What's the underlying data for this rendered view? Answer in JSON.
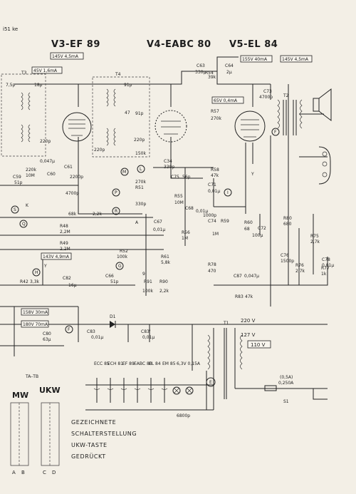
{
  "corner_label": "i51 ke",
  "tubes": [
    "V3-EF 89",
    "V4-EABC 80",
    "V5-EL 84"
  ],
  "voltage_boxes": [
    "145V 4,5mA",
    "45V 1,6mA",
    "155V 40mA",
    "145V 4,5mA",
    "65V 0,4mA",
    "143V 4,9mA",
    "158V 30mA",
    "180V 70mA"
  ],
  "mains": {
    "v220": "220 V",
    "v127": "127 V",
    "v110": "110 V",
    "fuse": "(0,5A)",
    "fuse2": "0,250A",
    "s1": "S1"
  },
  "heater_labels": [
    "ECC 85",
    "ECH 81",
    "EF 89",
    "EABC 80",
    "EL 84",
    "EM 85",
    "6,3V 0,15A"
  ],
  "c6800": "6800p",
  "components": [
    "7,5p",
    "18p",
    "220p",
    "0,047μ",
    "220k",
    "10M",
    "51p",
    "C59",
    "C60",
    "C61",
    "2200p",
    "4700p",
    "68k",
    "2,2k",
    "R48",
    "2,2M",
    "R49",
    "2,2M",
    "R42",
    "3,3k",
    "C80",
    "63μ",
    "C82",
    "16μ",
    "91p",
    "47",
    "91p",
    "220p",
    "220p",
    "150k",
    "C34",
    "330p",
    "270k",
    "R51",
    "330p",
    "C75",
    "56p",
    "R55",
    "10M",
    "C68",
    "0,01μ",
    "0,01μ",
    "C67",
    "R52",
    "100k",
    "R61",
    "5,8k",
    "C66",
    "51p",
    "R91",
    "100k",
    "R90",
    "2,2k",
    "R57",
    "270k",
    "R58",
    "47k",
    "C71",
    "0,01μ",
    "C74",
    "1000p",
    "R59",
    "1M",
    "R56",
    "1M",
    "R60",
    "68",
    "C72",
    "100μ",
    "R78",
    "470",
    "C87",
    "0,047μ",
    "R83",
    "47k",
    "C63",
    "330p",
    "R54",
    "39k",
    "C64",
    "2μ",
    "C73",
    "4700p",
    "R80",
    "680",
    "R75",
    "2,7k",
    "C76",
    "1500p",
    "R76",
    "2,7k",
    "C78",
    "0,01μ",
    "R77",
    "1k",
    "D1",
    "C83",
    "0,01μ",
    "C83'",
    "0,01μ",
    "T3",
    "T4",
    "T2",
    "T1",
    "A",
    "9"
  ],
  "terminals": [
    "S",
    "K",
    "Q",
    "R",
    "P",
    "M",
    "L",
    "I",
    "H",
    "F",
    "F",
    "E",
    "G",
    "Y",
    "Y"
  ],
  "switch": {
    "ta_tb": "TA–TB",
    "mw": "MW",
    "ukw": "UKW",
    "cols": [
      "A",
      "B",
      "C",
      "D"
    ]
  },
  "note_lines": [
    "GEZEICHNETE",
    "SCHALTERSTELLUNG",
    "UKW-TASTE",
    "GEDRÜCKT"
  ]
}
